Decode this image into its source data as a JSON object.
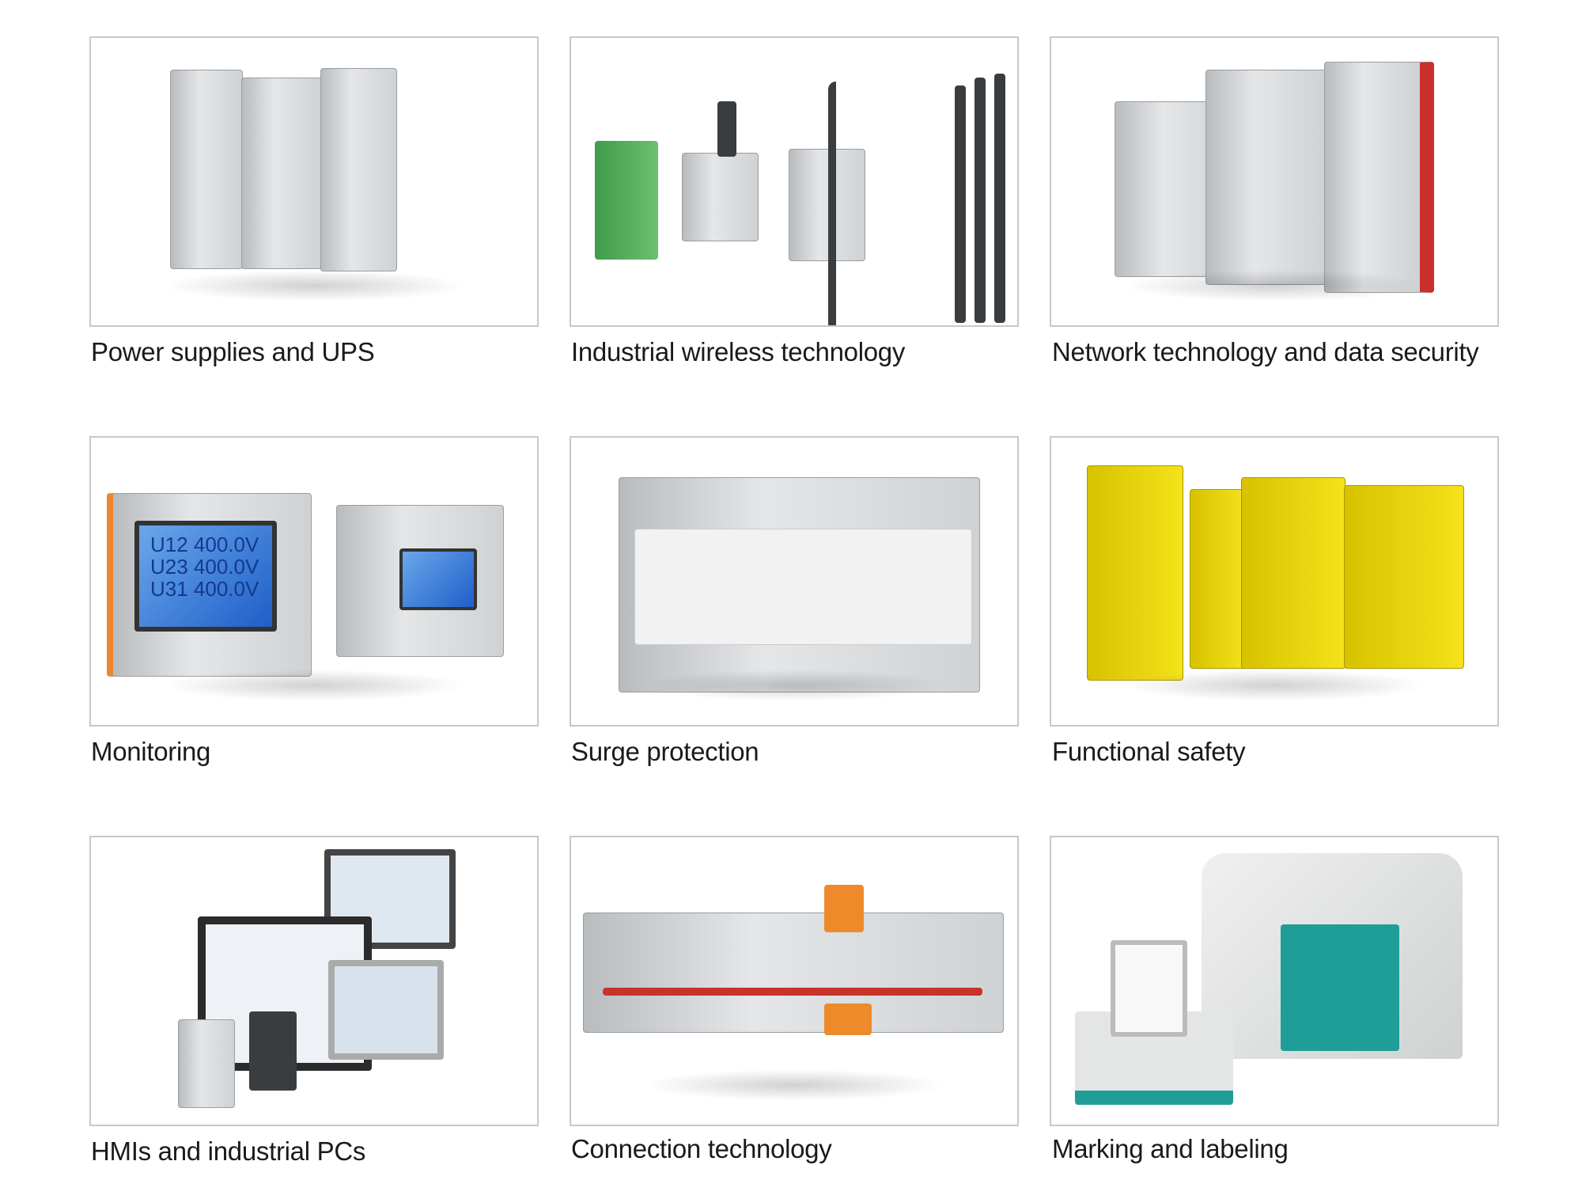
{
  "categories": [
    {
      "label": "Power supplies and UPS",
      "image": "power-supplies-image"
    },
    {
      "label": "Industrial wireless technology",
      "image": "wireless-devices-image"
    },
    {
      "label": "Network technology and data security",
      "image": "network-devices-image"
    },
    {
      "label": "Monitoring",
      "image": "monitoring-devices-image",
      "readings": [
        "U12 400.0V",
        "U23 400.0V",
        "U31 400.0V"
      ]
    },
    {
      "label": "Surge protection",
      "image": "surge-protection-image"
    },
    {
      "label": "Functional safety",
      "image": "safety-modules-image"
    },
    {
      "label": "HMIs and industrial PCs",
      "image": "hmi-pc-image"
    },
    {
      "label": "Connection technology",
      "image": "terminal-blocks-image"
    },
    {
      "label": "Marking and labeling",
      "image": "label-printer-image"
    }
  ]
}
